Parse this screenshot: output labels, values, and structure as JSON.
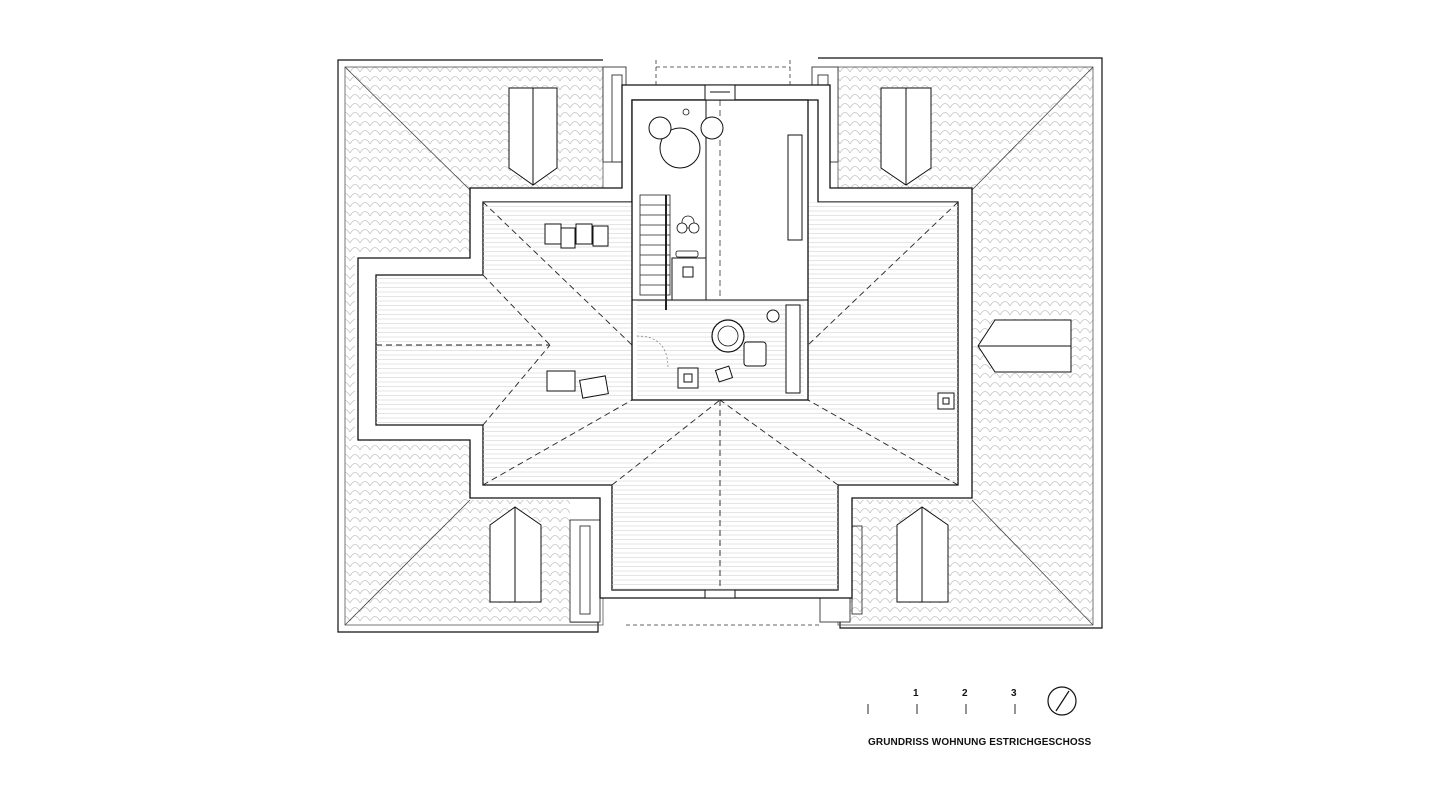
{
  "title": "GRUNDRISS WOHNUNG ESTRICHGESCHOSS",
  "scale_bar": {
    "labels": [
      "1",
      "2",
      "3"
    ]
  },
  "north_arrow": {
    "icon": "north-arrow-icon"
  },
  "colors": {
    "line": "#111111",
    "hatch": "#c8c8c8",
    "wood": "#dcdcdc"
  }
}
